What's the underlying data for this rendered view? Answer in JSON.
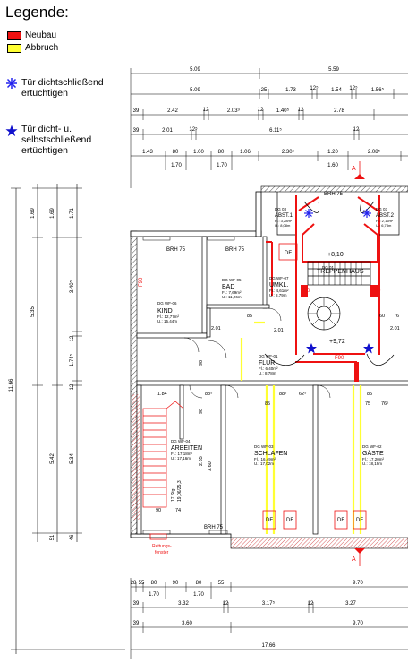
{
  "legend": {
    "title": "Legende:",
    "items": [
      {
        "label": "Neubau",
        "color": "#ee1111"
      },
      {
        "label": "Abbruch",
        "color": "#ffff33"
      }
    ],
    "symbols": [
      {
        "lines": [
          "Tür dichtschließend",
          "ertüchtigen"
        ],
        "icon": "asterisk-star-icon",
        "color": "#2222ee"
      },
      {
        "lines": [
          "Tür dicht- u.",
          "selbstschließend",
          "ertüchtigen"
        ],
        "icon": "solid-star-icon",
        "color": "#1111cc"
      }
    ]
  },
  "dimensions": {
    "top": [
      "5.09",
      "5.59",
      "5.09",
      "25",
      "1.73",
      "12⁵",
      "1.54",
      "12⁵",
      "1.56⁵",
      "39",
      "2.42",
      "12",
      "2.03⁹",
      "12",
      "1.40⁵",
      "12",
      "2.78",
      "39",
      "2.01",
      "12⁵",
      "6.11⁵",
      "12",
      "1.43",
      "80",
      "1.00",
      "80",
      "1.06",
      "2.30⁵",
      "1.20",
      "2.08⁵",
      "1.70",
      "1.70",
      "1.60"
    ],
    "left": [
      "1.69",
      "1.69",
      "1.71",
      "5.35",
      "3.40⁵",
      "12",
      "1.74⁵",
      "12",
      "11.66",
      "5.42",
      "5.34",
      "51",
      "46"
    ],
    "bottom": [
      "28",
      "55",
      "80",
      "90",
      "80",
      "55",
      "9.70",
      "1.70",
      "1.70",
      "39",
      "3.32",
      "12",
      "3.17⁵",
      "12",
      "3.27",
      "39",
      "3.60",
      "9.70",
      "17.66"
    ]
  },
  "rooms": [
    {
      "code": "DG WF-06",
      "name": "KIND",
      "area": "Fl.: 12,77m²",
      "perimeter": "U.: 15,44m"
    },
    {
      "code": "DG WF-05",
      "name": "BAD",
      "area": "Fl.: 7,69m²",
      "perimeter": "U.: 11,26m"
    },
    {
      "code": "DG WF-07",
      "name": "UMKL.",
      "area": "Fl.: 4,61m²",
      "perimeter": "U.: 8,79m"
    },
    {
      "code": "DG WF-01",
      "name": "FLUR",
      "area": "Fl.: 6,40m²",
      "perimeter": "U.: 8,78m"
    },
    {
      "code": "DG WF-04",
      "name": "ARBEITEN",
      "area": "Fl.: 17,18m²",
      "perimeter": "U.: 17,16m"
    },
    {
      "code": "DG WF-03",
      "name": "SCHLAFEN",
      "area": "Fl.: 16,49m²",
      "perimeter": "U.: 17,02m"
    },
    {
      "code": "DG WF-02",
      "name": "GÄSTE",
      "area": "Fl.: 17,20m²",
      "perimeter": "U.: 18,19m"
    },
    {
      "code": "DG 03",
      "name": "ABST.1",
      "area": "Fl.: 3,28m²",
      "perimeter": "U.: 8,08m"
    },
    {
      "code": "DG 03",
      "name": "ABST.2",
      "area": "Fl.: 2,16m²",
      "perimeter": "U.: 6,78m"
    },
    {
      "code": "DG 01",
      "name": "TREPPENHAUS",
      "area": "",
      "perimeter": ""
    }
  ],
  "annotations": {
    "brh": [
      "BRH 75",
      "BRH 75",
      "BRH 75",
      "BRH 75"
    ],
    "df": [
      "DF",
      "DF",
      "DF",
      "DF",
      "DF"
    ],
    "f90": [
      "F90",
      "F90",
      "F90",
      "F90"
    ],
    "levels": [
      "+8,10",
      "+9,72"
    ],
    "stairs_text": "17 Stg.\n19,06/25,3",
    "rettung": [
      "Rettungs-",
      "fenster"
    ],
    "section_marks": [
      "A",
      "A"
    ],
    "small_dims": [
      "2.01",
      "2.01",
      "2.01",
      "1.84",
      "88⁵",
      "88⁵",
      "62⁵",
      "85",
      "75",
      "76⁵",
      "85",
      "60",
      "76",
      "90",
      "74",
      "2.65",
      "3.60",
      "90",
      "90",
      "85"
    ]
  }
}
